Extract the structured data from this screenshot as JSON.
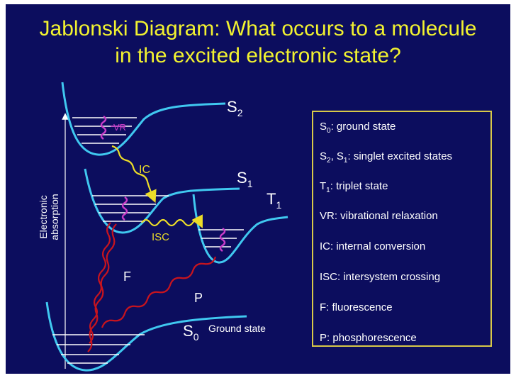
{
  "title": {
    "line1": "Jablonski Diagram: What occurs to a molecule",
    "line2": "in the excited electronic state?"
  },
  "diagram": {
    "labels": {
      "S2": {
        "main": "S",
        "sub": "2"
      },
      "S1": {
        "main": "S",
        "sub": "1"
      },
      "T1": {
        "main": "T",
        "sub": "1"
      },
      "S0": {
        "main": "S",
        "sub": "0"
      },
      "ground_state": "Ground state",
      "vr": "VR",
      "ic": "IC",
      "isc": "ISC",
      "f": "F",
      "p": "P",
      "electronic": "Electronic",
      "absorption": "absorption"
    },
    "colors": {
      "background": "#0c0d5e",
      "curves": "#40c8f0",
      "title": "#f2f230",
      "legend_border": "#d8c848",
      "emission": "#c8141e",
      "conversion": "#ecdc28",
      "relaxation": "#c83cc8",
      "levels": "#ffffff"
    }
  },
  "legend": {
    "items": [
      {
        "symbol": "S",
        "sub": "0",
        "text": ": ground state"
      },
      {
        "symbol": "S",
        "sub": "2",
        "mid": ", S",
        "sub2": "1",
        "text": ": singlet excited  states"
      },
      {
        "symbol": "T",
        "sub": "1",
        "text": ": triplet state"
      },
      {
        "symbol": "VR",
        "text": ": vibrational relaxation"
      },
      {
        "symbol": "IC",
        "text": ": internal conversion"
      },
      {
        "symbol": "ISC",
        "text": ": intersystem crossing"
      },
      {
        "symbol": "F",
        "text": ":   fluorescence"
      },
      {
        "symbol": "P",
        "text": ":   phosphorescence"
      }
    ]
  }
}
